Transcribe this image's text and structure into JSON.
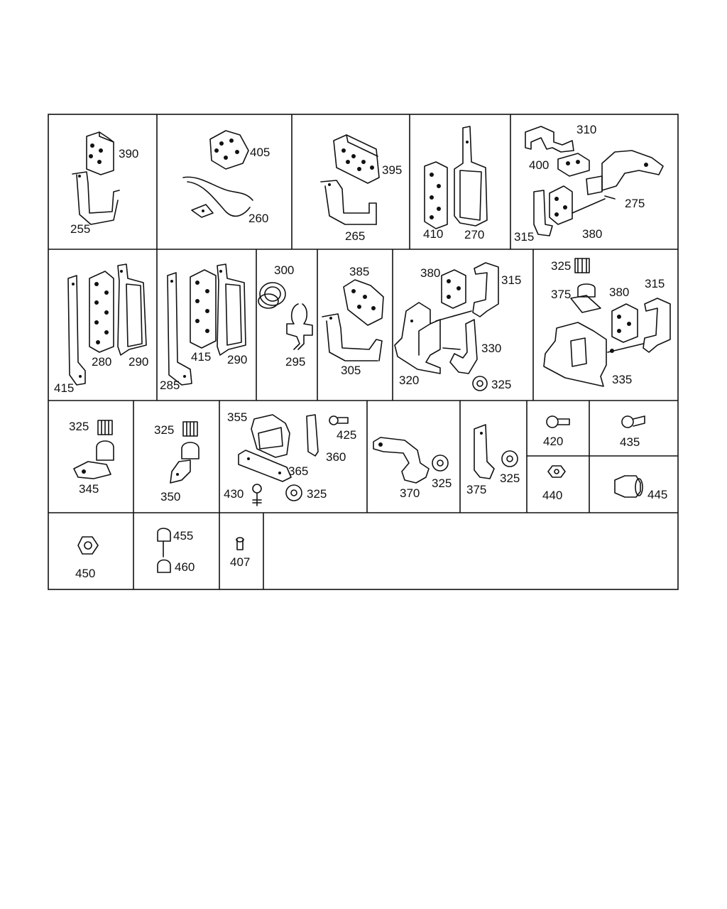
{
  "diagram": {
    "row1": [
      "390",
      "255",
      "405",
      "260",
      "395",
      "265",
      "410",
      "270",
      "310",
      "400",
      "275",
      "315",
      "380"
    ],
    "row2": [
      "280",
      "415",
      "290",
      "285",
      "415",
      "290",
      "300",
      "295",
      "385",
      "305",
      "380",
      "315",
      "320",
      "330",
      "325",
      "325",
      "375",
      "380",
      "315",
      "335"
    ],
    "row3": [
      "325",
      "345",
      "325",
      "350",
      "355",
      "425",
      "360",
      "365",
      "430",
      "325",
      "370",
      "325",
      "375",
      "325",
      "420",
      "435",
      "440",
      "445"
    ],
    "row4": [
      "450",
      "455",
      "460",
      "407"
    ]
  }
}
